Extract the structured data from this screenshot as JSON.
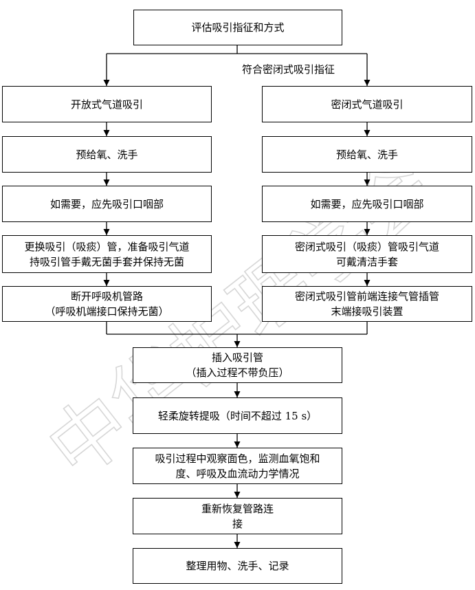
{
  "watermark": "中华护理学会",
  "nodes": {
    "assess": [
      "评估吸引指征和方式"
    ],
    "open_suction": [
      "开放式气道吸引"
    ],
    "closed_suction": [
      "密闭式气道吸引"
    ],
    "open_preoxygen": [
      "预给氧、洗手"
    ],
    "closed_preoxygen": [
      "预给氧、洗手"
    ],
    "open_oropharynx": [
      "如需要，应先吸引口咽部"
    ],
    "closed_oropharynx": [
      "如需要，应先吸引口咽部"
    ],
    "open_change_tube": [
      "更换吸引（吸痰）管，准备吸引气道",
      "持吸引管手戴无菌手套并保持无菌"
    ],
    "closed_tube": [
      "密闭式吸引（吸痰）管吸引气道",
      "可戴清洁手套"
    ],
    "open_disconnect": [
      "断开呼吸机管路",
      "（呼吸机端接口保持无菌）"
    ],
    "closed_connect": [
      "密闭式吸引管前端连接气管插管",
      "末端接吸引装置"
    ],
    "insert": [
      "插入吸引管",
      "（插入过程不带负压）"
    ],
    "rotate": [
      "轻柔旋转提吸（时间不超过 15 s）"
    ],
    "observe": [
      "吸引过程中观察面色，监测血氧饱和",
      "度、呼吸及血流动力学情况"
    ],
    "reconnect": [
      "重新恢复管路连",
      "接"
    ],
    "tidy": [
      "整理用物、洗手、记录"
    ]
  },
  "edge_labels": {
    "closed_indication": "符合密闭式吸引指征"
  }
}
